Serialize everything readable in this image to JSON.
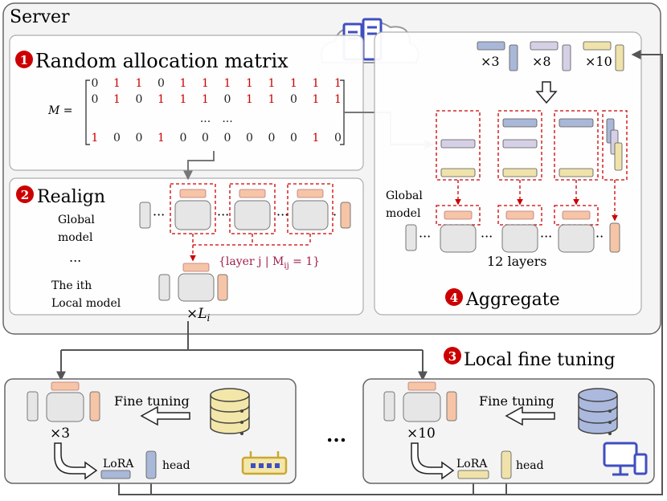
{
  "server": {
    "title": "Server"
  },
  "sections": {
    "s1": {
      "num": "1",
      "label": "Random allocation matrix"
    },
    "s2": {
      "num": "2",
      "label": "Realign"
    },
    "s3": {
      "num": "3",
      "label": "Local fine tuning"
    },
    "s4": {
      "num": "4",
      "label": "Aggregate"
    }
  },
  "matrix": {
    "lhs": "M =",
    "rows": [
      [
        "0",
        "1",
        "1",
        "0",
        "1",
        "1",
        "1",
        "1",
        "1",
        "1",
        "1",
        "1"
      ],
      [
        "0",
        "1",
        "0",
        "1",
        "1",
        "1",
        "0",
        "1",
        "1",
        "0",
        "1",
        "1"
      ],
      [
        "",
        "",
        "",
        "",
        "",
        "...",
        "...",
        "",
        "",
        "",
        "",
        ""
      ],
      [
        "1",
        "0",
        "0",
        "1",
        "0",
        "0",
        "0",
        "0",
        "0",
        "0",
        "1",
        "0"
      ]
    ]
  },
  "realign": {
    "global_model_line1": "Global",
    "global_model_line2": "model",
    "ellipsis": "...",
    "set_label": "{layer j | M",
    "set_sub": "ij",
    "set_tail": " = 1}",
    "local_line1": "The ith",
    "local_line2": "Local model",
    "times_L": "×L",
    "times_L_sub": "i"
  },
  "aggregate": {
    "counts": [
      "×3",
      "×8",
      "×10"
    ],
    "global_model_line1": "Global",
    "global_model_line2": "model",
    "layers_label": "12 layers"
  },
  "clients": [
    {
      "fine_tuning": "Fine tuning",
      "mult": "×3",
      "lora": "LoRA",
      "head": "head",
      "device": "router-icon"
    },
    {
      "fine_tuning": "Fine tuning",
      "mult": "×10",
      "lora": "LoRA",
      "head": "head",
      "device": "computer-icon"
    }
  ],
  "between_clients": "...",
  "colors": {
    "red": "#cc0000",
    "orange": "#f6c4a6",
    "blue": "#a9b8d8",
    "lavender": "#d5d0e5",
    "beige": "#efe3ab",
    "grey": "#e6e6e6",
    "panel": "#f5f5f5",
    "db_beige": "#f3e6a9",
    "db_blue": "#aab9dd"
  }
}
